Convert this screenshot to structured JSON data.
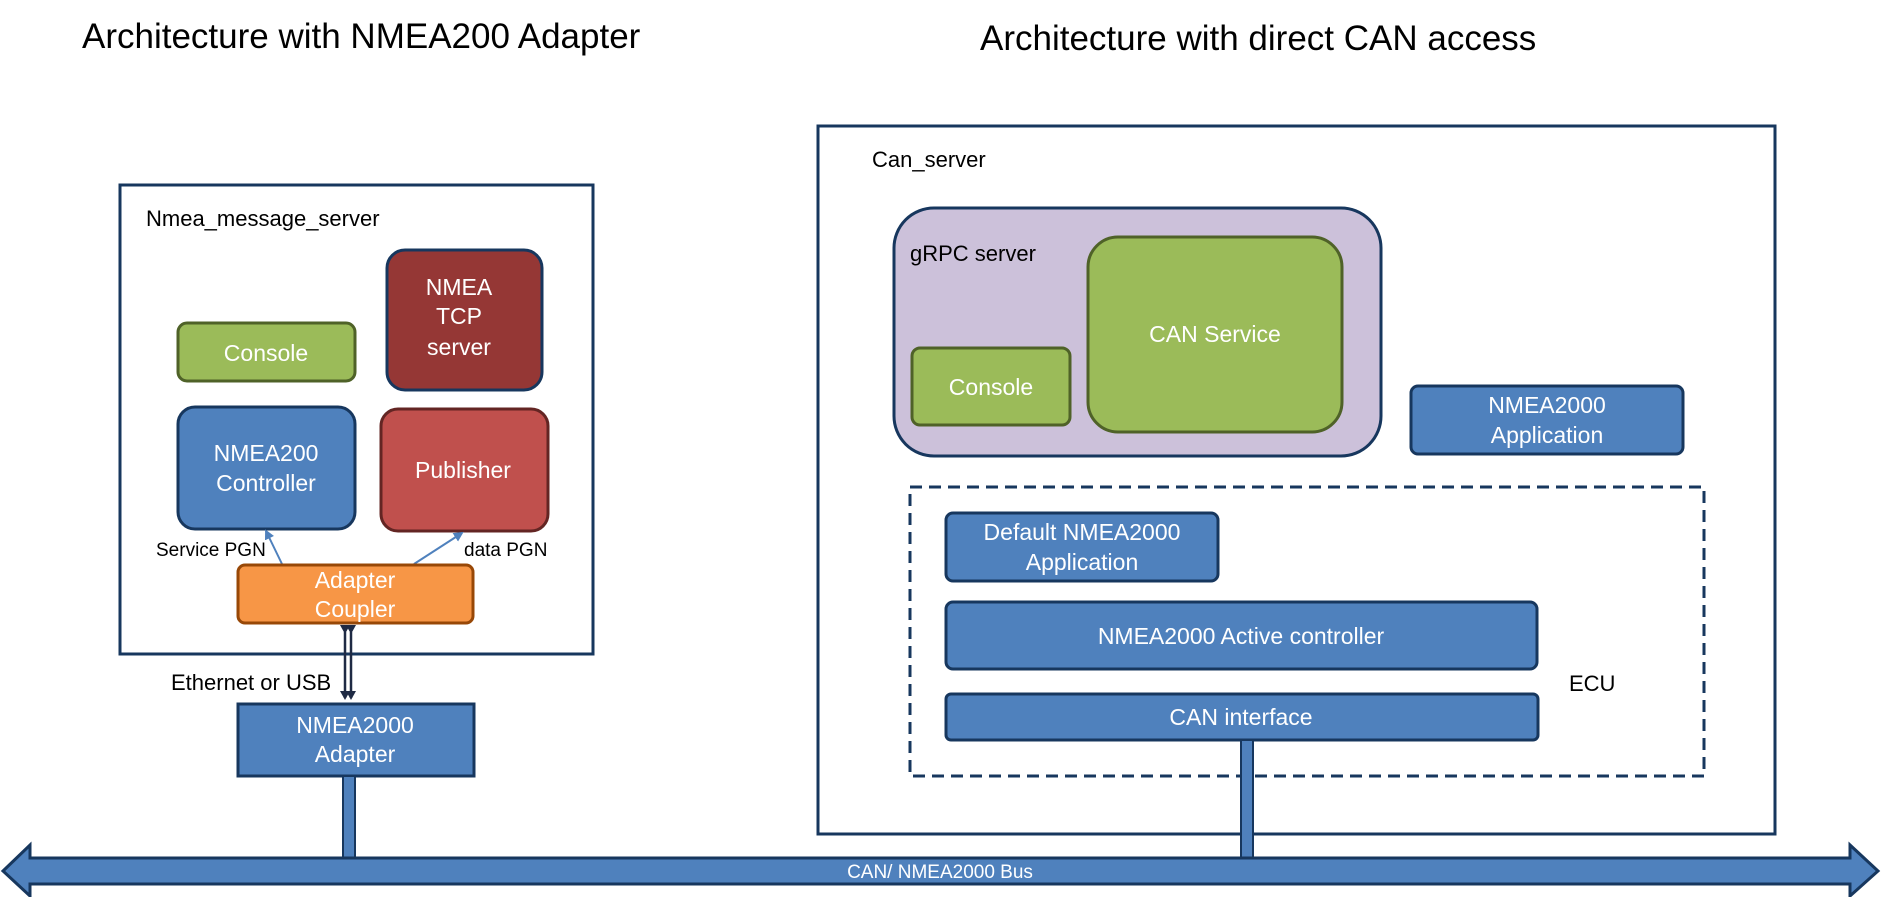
{
  "titles": {
    "left": "Architecture with NMEA200 Adapter",
    "right": "Architecture with direct CAN access"
  },
  "left": {
    "server_label": "Nmea_message_server",
    "console": "Console",
    "nmea_tcp": [
      "NMEA",
      "TCP",
      "server"
    ],
    "controller": [
      "NMEA200",
      "Controller"
    ],
    "publisher": "Publisher",
    "service_pgn": "Service PGN",
    "data_pgn": "data PGN",
    "adapter_coupler": [
      "Adapter",
      "Coupler"
    ],
    "link_label": "Ethernet or USB",
    "adapter": [
      "NMEA2000",
      "Adapter"
    ]
  },
  "right": {
    "server_label": "Can_server",
    "grpc_label": "gRPC server",
    "console": "Console",
    "can_service": "CAN Service",
    "app": [
      "NMEA2000",
      "Application"
    ],
    "default_app": [
      "Default NMEA2000",
      "Application"
    ],
    "active_ctrl": "NMEA2000 Active controller",
    "can_iface": "CAN interface",
    "ecu": "ECU"
  },
  "bus": {
    "label": "CAN/ NMEA2000 Bus"
  },
  "colors": {
    "blue": "#4f81bd",
    "blue_border": "#17375e",
    "green": "#9bbb59",
    "green_border": "#4f6228",
    "dark_red": "#953735",
    "red": "#c0504d",
    "orange": "#f79646",
    "lavender": "#ccc1da"
  }
}
